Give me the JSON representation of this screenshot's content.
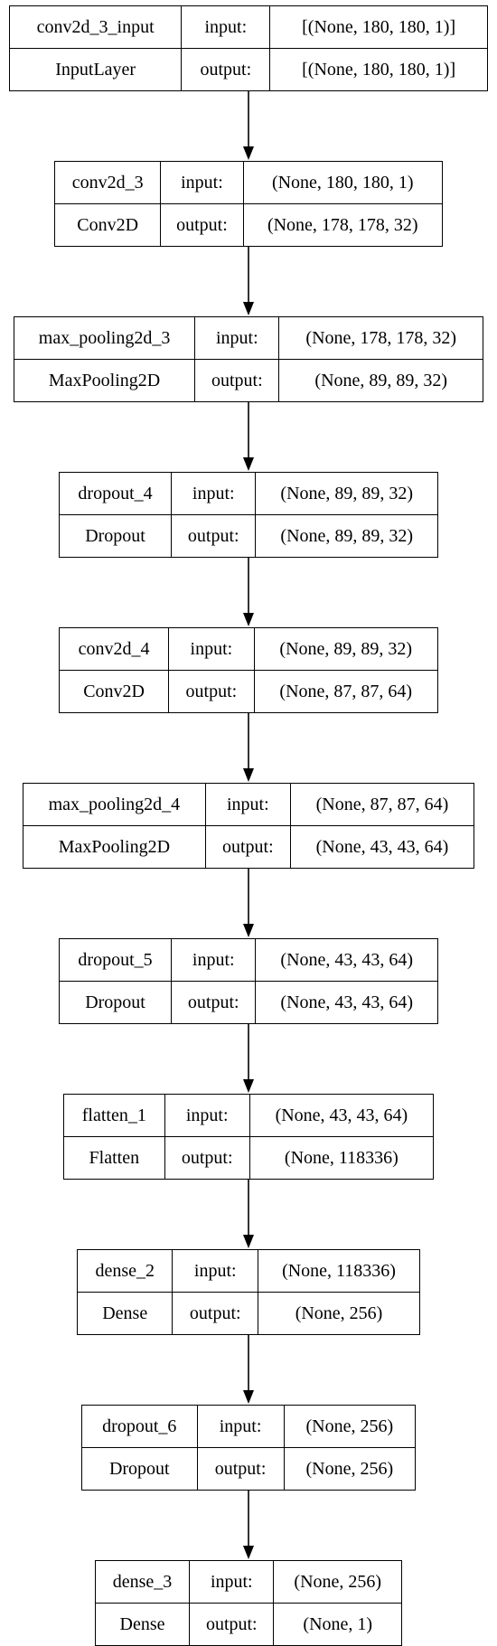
{
  "layers": [
    {
      "name": "conv2d_3_input",
      "type": "InputLayer",
      "input_label": "input:",
      "output_label": "output:",
      "input_shape": "[(None, 180, 180, 1)]",
      "output_shape": "[(None, 180, 180, 1)]"
    },
    {
      "name": "conv2d_3",
      "type": "Conv2D",
      "input_label": "input:",
      "output_label": "output:",
      "input_shape": "(None, 180, 180, 1)",
      "output_shape": "(None, 178, 178, 32)"
    },
    {
      "name": "max_pooling2d_3",
      "type": "MaxPooling2D",
      "input_label": "input:",
      "output_label": "output:",
      "input_shape": "(None, 178, 178, 32)",
      "output_shape": "(None, 89, 89, 32)"
    },
    {
      "name": "dropout_4",
      "type": "Dropout",
      "input_label": "input:",
      "output_label": "output:",
      "input_shape": "(None, 89, 89, 32)",
      "output_shape": "(None, 89, 89, 32)"
    },
    {
      "name": "conv2d_4",
      "type": "Conv2D",
      "input_label": "input:",
      "output_label": "output:",
      "input_shape": "(None, 89, 89, 32)",
      "output_shape": "(None, 87, 87, 64)"
    },
    {
      "name": "max_pooling2d_4",
      "type": "MaxPooling2D",
      "input_label": "input:",
      "output_label": "output:",
      "input_shape": "(None, 87, 87, 64)",
      "output_shape": "(None, 43, 43, 64)"
    },
    {
      "name": "dropout_5",
      "type": "Dropout",
      "input_label": "input:",
      "output_label": "output:",
      "input_shape": "(None, 43, 43, 64)",
      "output_shape": "(None, 43, 43, 64)"
    },
    {
      "name": "flatten_1",
      "type": "Flatten",
      "input_label": "input:",
      "output_label": "output:",
      "input_shape": "(None, 43, 43, 64)",
      "output_shape": "(None, 118336)"
    },
    {
      "name": "dense_2",
      "type": "Dense",
      "input_label": "input:",
      "output_label": "output:",
      "input_shape": "(None, 118336)",
      "output_shape": "(None, 256)"
    },
    {
      "name": "dropout_6",
      "type": "Dropout",
      "input_label": "input:",
      "output_label": "output:",
      "input_shape": "(None, 256)",
      "output_shape": "(None, 256)"
    },
    {
      "name": "dense_3",
      "type": "Dense",
      "input_label": "input:",
      "output_label": "output:",
      "input_shape": "(None, 256)",
      "output_shape": "(None, 1)"
    }
  ],
  "colors": {
    "stroke": "#000000",
    "background": "#ffffff"
  }
}
